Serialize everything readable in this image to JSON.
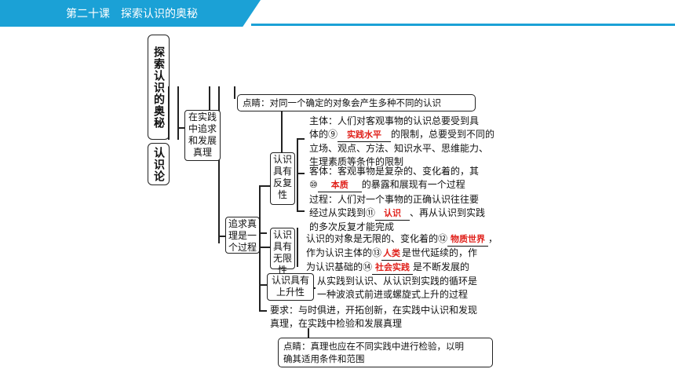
{
  "header": {
    "title": "第二十课　探索认识的奥秘",
    "accent_color": "#1ba1d6"
  },
  "left_title": {
    "top": "探索认识的奥秘",
    "bottom": "认识论"
  },
  "node_practice": "在实践中追求和发展真理",
  "node_process": "追求真理是一个过程",
  "note_top": "点睛：对同一个确定的对象会产生多种不同的认识",
  "repeat": {
    "label": "认识具有反复性",
    "subject": {
      "pre": "主体：人们对客观事物的认识总要受到具",
      "line2_pre": "体的⑨",
      "blank": "实践水平",
      "line2_post": "的限制，总要受到不同的",
      "line3": "立场、观点、方法、知识水平、思维能力、",
      "line4": "生理素质等条件的限制"
    },
    "object": {
      "line1": "客体：客观事物是复杂的、变化着的，其",
      "num": "⑩",
      "blank": "本质",
      "line2_post": "的暴露和展现有一个过程"
    },
    "process": {
      "line1": "过程：人们对一个事物的正确认识往往要",
      "line2_pre": "经过从实践到⑪",
      "blank": "认识",
      "line2_post": "、再从认识到实践",
      "line3": "的多次反复才能完成"
    }
  },
  "infinite": {
    "label": "认识具有无限性",
    "line1_pre": "认识的对象是无限的、变化着的⑫",
    "blank1": "物质世界",
    "line1_post": "，",
    "line2_pre": "作为认识主体的⑬",
    "blank2": "人类",
    "line2_post": "是世代延续的，作",
    "line3_pre": "为认识基础的⑭",
    "blank3": "社会实践",
    "line3_post": "是不断发展的"
  },
  "rising": {
    "label": "认识具有上升性",
    "line1": "从实践到认识、从认识到实践的循环是",
    "line2": "一种波浪式前进或螺旋式上升的过程"
  },
  "requirement": {
    "line1": "要求：与时俱进，开拓创新，在实践中认识和发现",
    "line2": "真理，在实践中检验和发展真理"
  },
  "note_bottom": {
    "line1": "点睛：真理也应在不同实践中进行检验，以明",
    "line2": "确其适用条件和范围"
  }
}
